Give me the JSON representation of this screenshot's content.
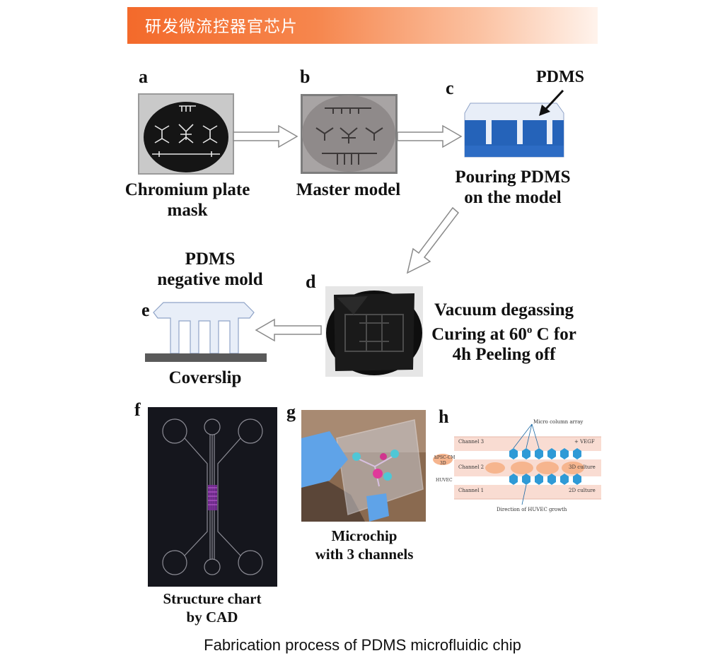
{
  "banner": {
    "title": "研发微流控器官芯片",
    "color": "#f36a2b"
  },
  "panels": {
    "a": {
      "letter": "a",
      "caption_line1": "Chromium plate",
      "caption_line2": "mask"
    },
    "b": {
      "letter": "b",
      "caption": "Master model"
    },
    "c": {
      "letter": "c",
      "label": "PDMS",
      "caption_line1": "Pouring PDMS",
      "caption_line2": "on the model"
    },
    "d": {
      "letter": "d",
      "caption_line1": "Vacuum degassing",
      "caption_line2_prefix": "Curing at 60",
      "caption_line2_sup": "o",
      "caption_line2_suffix": " C for",
      "caption_line3": "4h Peeling off"
    },
    "e": {
      "letter": "e",
      "title_line1": "PDMS",
      "title_line2": "negative mold",
      "caption": "Coverslip"
    },
    "f": {
      "letter": "f",
      "caption_line1": "Structure chart",
      "caption_line2": "by CAD"
    },
    "g": {
      "letter": "g",
      "caption_line1": "Microchip",
      "caption_line2": "with 3 channels"
    },
    "h": {
      "letter": "h",
      "micro_column": "Micro column array",
      "vegf": "+ VEGF",
      "channel3": "Channel 3",
      "channel2": "Channel 2",
      "channel1": "Channel 1",
      "culture3d": "3D culture",
      "culture2d": "2D culture",
      "left_top": "hPSC-CM",
      "left_mid": "3D",
      "left_bottom": "HUVEC",
      "direction": "Direction of HUVEC growth"
    }
  },
  "footer": {
    "caption": "Fabrication process of PDMS microfluidic chip"
  },
  "colors": {
    "mold_blue": "#2563b9",
    "pdms_fill": "#e8eef8",
    "cad_bg": "#15161d",
    "pink_channel": "#f9dcd2",
    "cell_blob": "#f6b58e",
    "hex_cyan": "#2f9ad6"
  }
}
